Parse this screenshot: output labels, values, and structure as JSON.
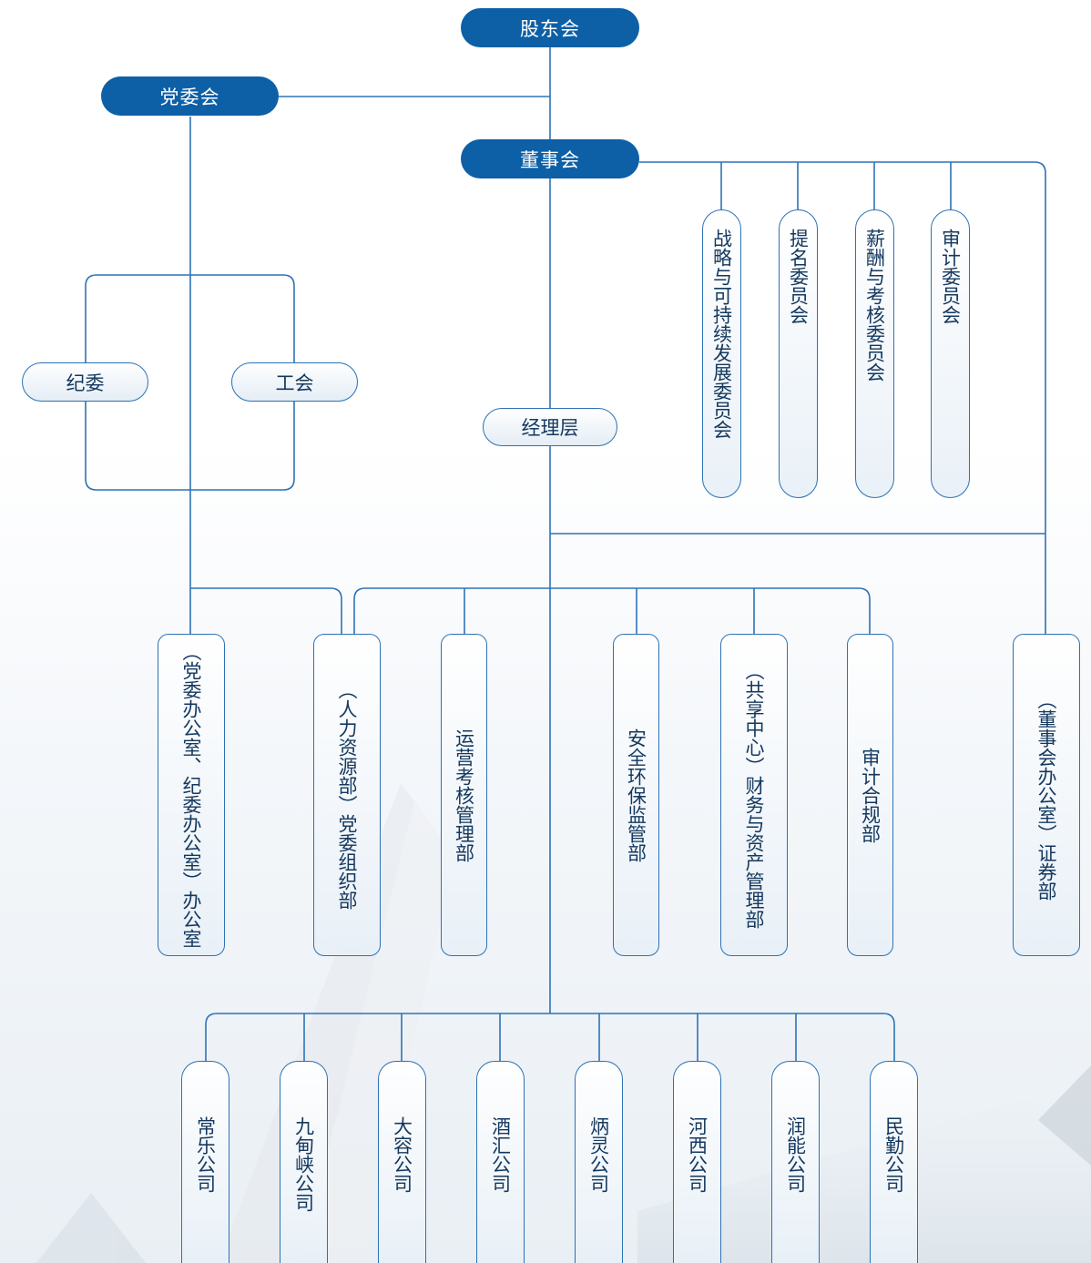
{
  "top": {
    "shareholders": "股东会",
    "party_committee": "党委会",
    "board": "董事会"
  },
  "party_units": {
    "discipline": "纪委",
    "union": "工会"
  },
  "management": "经理层",
  "board_committees": [
    "战略与可持续发展委员会",
    "提名委员会",
    "薪酬与考核委员会",
    "审计委员会"
  ],
  "departments": [
    {
      "line1": "（党委办公室、纪委办公室）",
      "line2": "办公室"
    },
    {
      "line1": "（人力资源部）",
      "line2": "党委组织部"
    },
    {
      "line1": "运营考核管理部",
      "line2": ""
    },
    {
      "line1": "安全环保监管部",
      "line2": ""
    },
    {
      "line1": "（共享中心）",
      "line2": "财务与资产管理部"
    },
    {
      "line1": "审计合规部",
      "line2": ""
    },
    {
      "line1": "（董事会办公室）",
      "line2": "证券部"
    }
  ],
  "subsidiaries": [
    "常乐公司",
    "九甸峡公司",
    "大容公司",
    "酒汇公司",
    "炳灵公司",
    "河西公司",
    "润能公司",
    "民勤公司"
  ],
  "colors": {
    "primary": "#0d5fa6",
    "line": "#2d72b5",
    "text": "#14385e"
  }
}
